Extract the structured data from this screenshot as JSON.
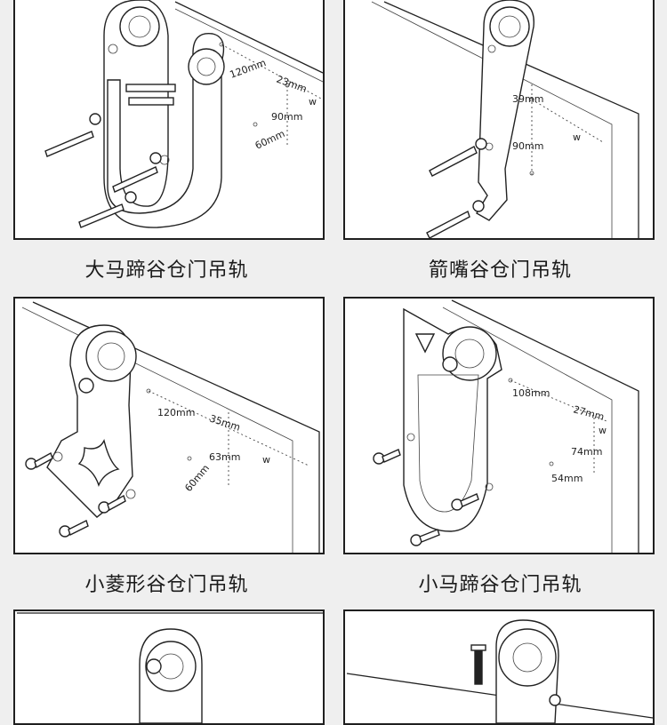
{
  "captions": {
    "p1": "大马蹄谷仓门吊轨",
    "p2": "箭嘴谷仓门吊轨",
    "p3": "小菱形谷仓门吊轨",
    "p4": "小马蹄谷仓门吊轨"
  },
  "dims": {
    "p1": {
      "a": "120mm",
      "b": "23mm",
      "w": "w",
      "c": "90mm",
      "d": "60mm"
    },
    "p2": {
      "a": "39mm",
      "b": "90mm",
      "w": "w"
    },
    "p3": {
      "a": "120mm",
      "b": "35mm",
      "c": "63mm",
      "w": "w",
      "d": "60mm"
    },
    "p4": {
      "a": "108mm",
      "b": "27mm",
      "w": "w",
      "c": "74mm",
      "d": "54mm"
    }
  }
}
